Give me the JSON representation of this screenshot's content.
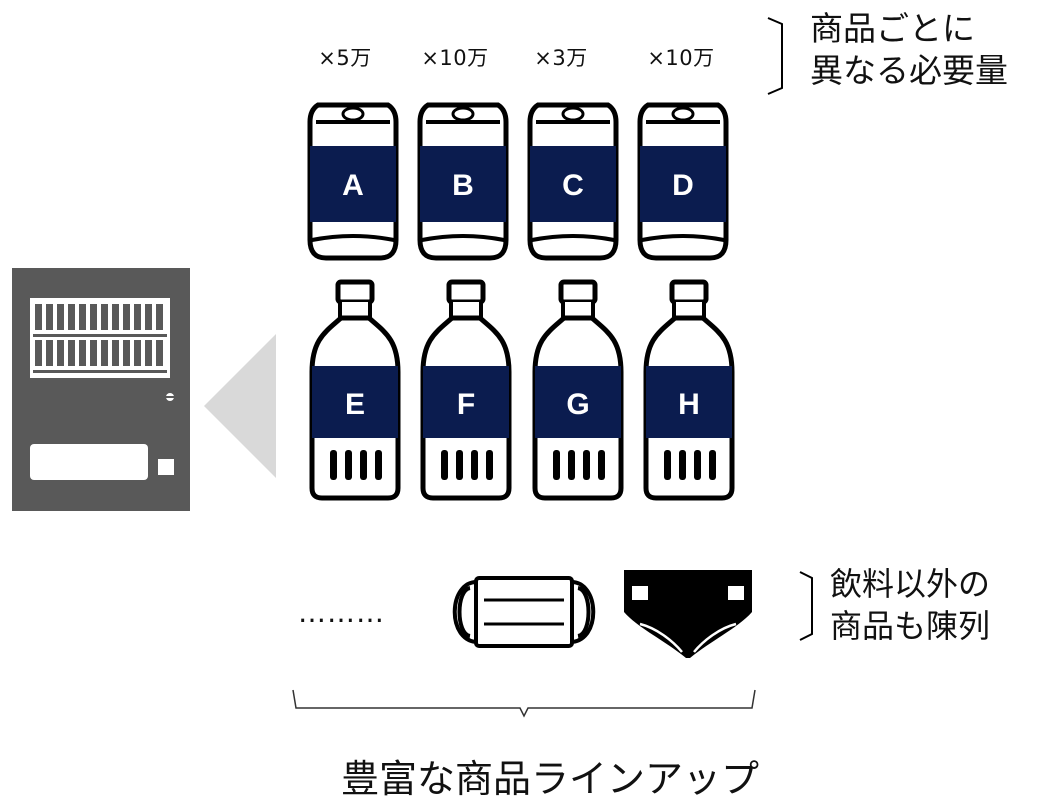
{
  "quantities": [
    "×5万",
    "×10万",
    "×3万",
    "×10万"
  ],
  "notes": {
    "quantity_line1": "商品ごとに",
    "quantity_line2": "異なる必要量",
    "non_beverage_line1": "飲料以外の",
    "non_beverage_line2": "商品も陳列"
  },
  "cans": [
    {
      "label": "A"
    },
    {
      "label": "B"
    },
    {
      "label": "C"
    },
    {
      "label": "D"
    }
  ],
  "bottles": [
    {
      "label": "E"
    },
    {
      "label": "F"
    },
    {
      "label": "G"
    },
    {
      "label": "H"
    }
  ],
  "other_products": {
    "ellipsis": "………",
    "items": [
      "mask-icon",
      "diaper-icon"
    ]
  },
  "caption": "豊富な商品ラインアップ",
  "colors": {
    "label_navy": "#0b1c4f",
    "vending_machine": "#595959",
    "arrow": "#d9d9d9",
    "outline": "#000000"
  },
  "icons": [
    "vending-machine-icon",
    "arrow-left-icon",
    "can-icon",
    "bottle-icon",
    "mask-icon",
    "diaper-icon"
  ]
}
